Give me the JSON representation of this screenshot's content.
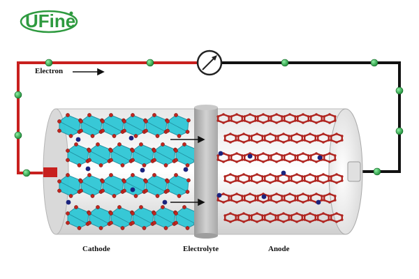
{
  "brand": {
    "name": "UFine",
    "color": "#2e9a3f"
  },
  "labels": {
    "electron": "Electron",
    "cathode": "Cathode",
    "electrolyte": "Electrolyte",
    "anode": "Anode"
  },
  "colors": {
    "wire_positive": "#c8201e",
    "wire_negative": "#111111",
    "electron": "#27a844",
    "lithium_ion": "#1a237e",
    "cathode_octahedron": "#2fc7d6",
    "oxygen": "#c0261f",
    "graphite": "#b0241f",
    "electrolyte": "#b8b8b8"
  },
  "icons": {
    "meter": "ammeter-icon",
    "arrow": "right-arrow-icon"
  }
}
